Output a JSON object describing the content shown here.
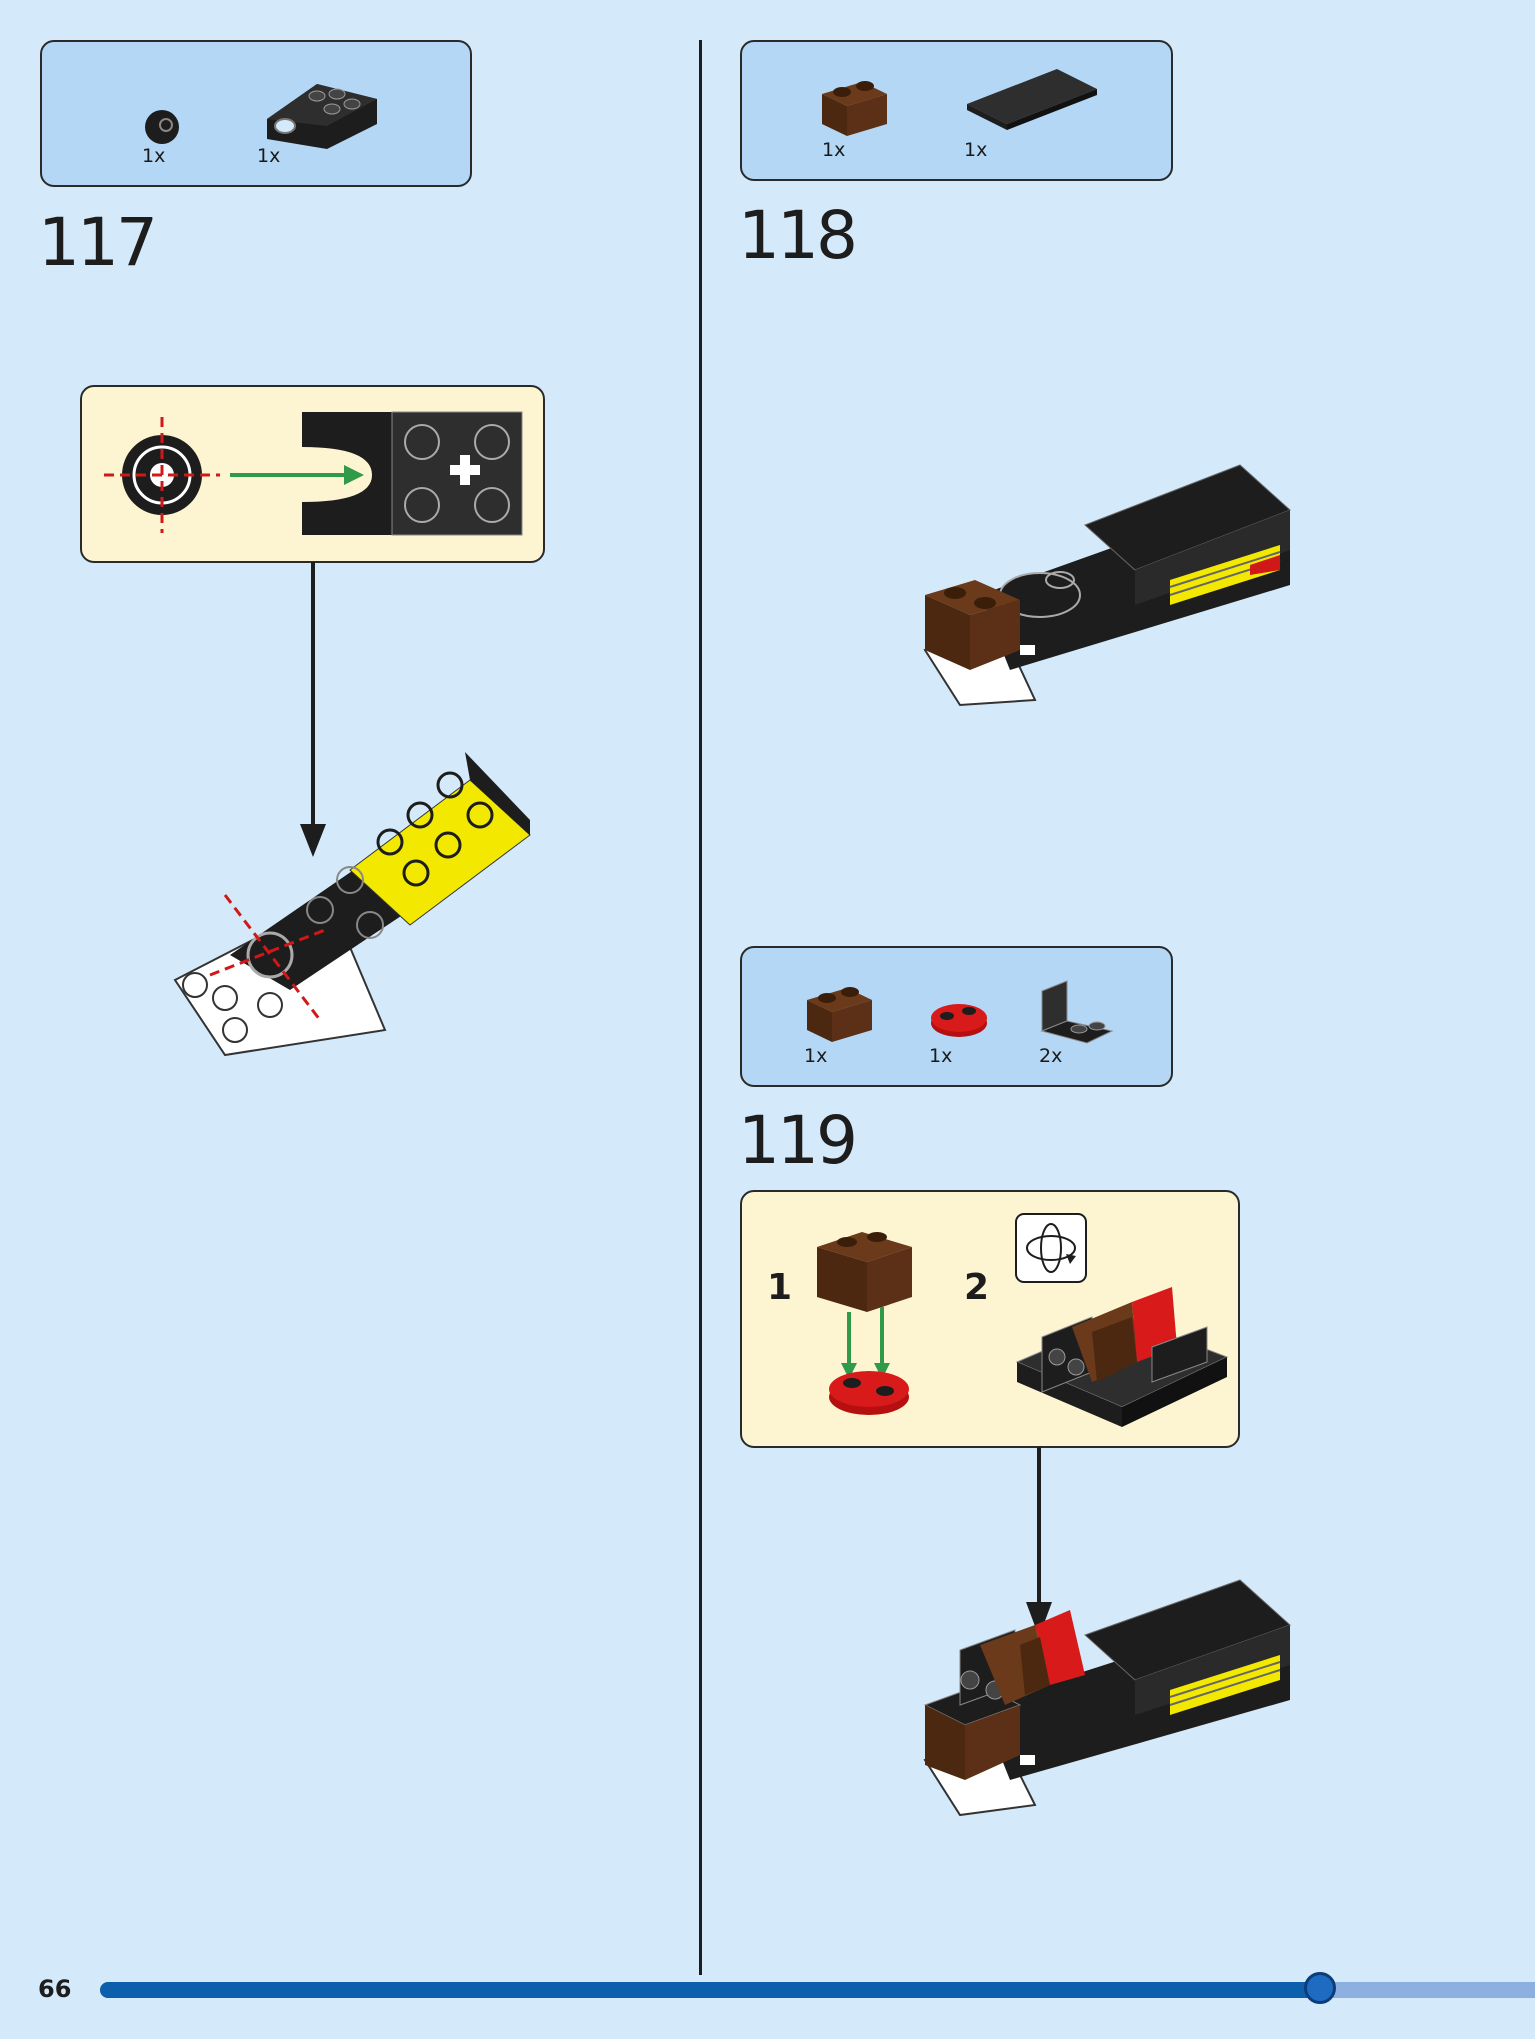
{
  "steps": [
    {
      "number": "117",
      "parts": [
        {
          "name": "round-plate-black",
          "qty": "1x"
        },
        {
          "name": "clip-plate-black",
          "qty": "1x"
        }
      ]
    },
    {
      "number": "118",
      "parts": [
        {
          "name": "brick-1x2-brown",
          "qty": "1x"
        },
        {
          "name": "tile-2x4-black",
          "qty": "1x"
        }
      ]
    },
    {
      "number": "119",
      "parts": [
        {
          "name": "brick-1x2-brown",
          "qty": "1x"
        },
        {
          "name": "plate-1x2-rounded-red",
          "qty": "1x"
        },
        {
          "name": "bracket-black",
          "qty": "2x"
        }
      ],
      "substeps": [
        "1",
        "2"
      ]
    }
  ],
  "page": {
    "number": "66",
    "progress": 0.85
  },
  "colors": {
    "background": "#d4eafa",
    "parts_panel": "#b3d7f5",
    "callout": "#fdf5d2",
    "progress": "#0b5fad"
  }
}
